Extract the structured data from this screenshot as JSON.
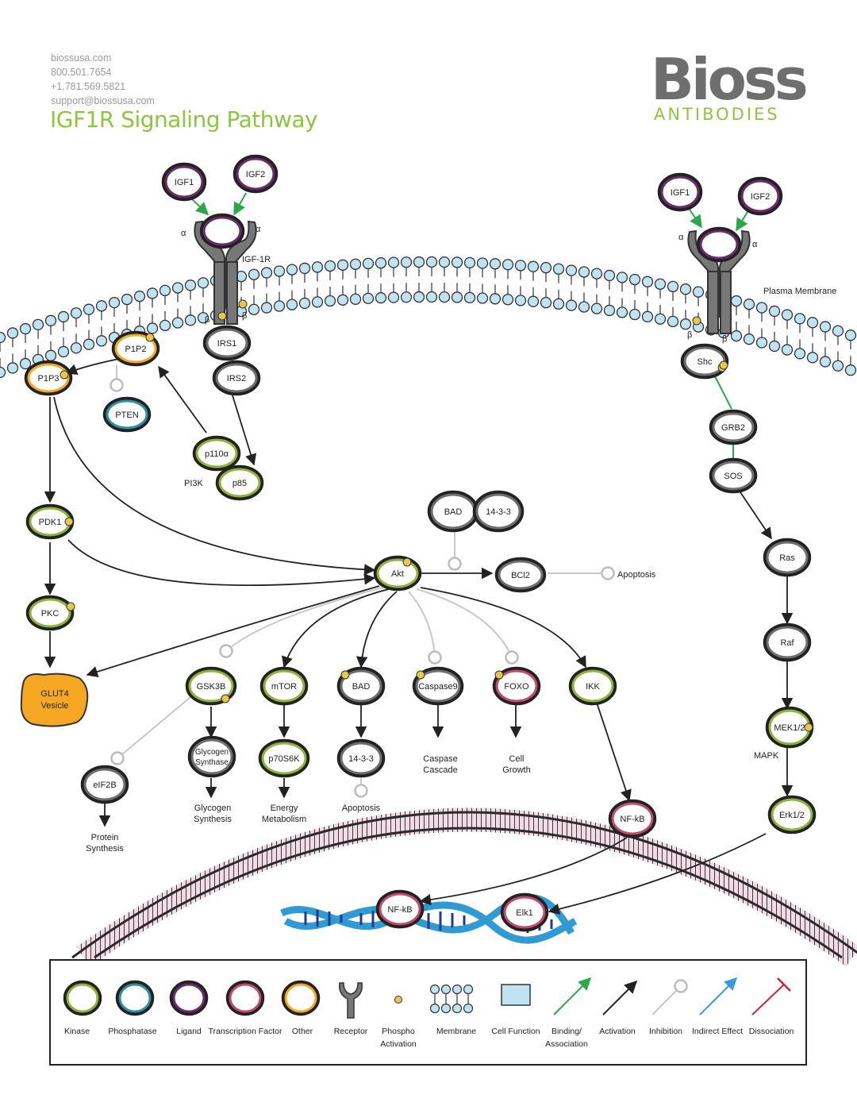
{
  "header": {
    "website": "biossusa.com",
    "phone": "800.501.7654",
    "fax": "+1.781.569.5821",
    "email": "support@biossusa.com",
    "title": "IGF1R Signaling Pathway",
    "logo_main": "Bioss",
    "logo_sub": "ANTIBODIES"
  },
  "colors": {
    "kinase": "#8db33a",
    "phosphatase": "#2e8f9e",
    "ligand": "#6b2a6b",
    "transcription_factor": "#c24a6a",
    "other": "#6e6e6e",
    "membrane_head": "#bfe3f2",
    "activation": "#222222",
    "binding": "#2aa84a",
    "inhibition": "#c8c8c8",
    "indirect": "#3a9ad9",
    "dissociation": "#c0283a",
    "glut4": "#f7a823"
  },
  "nodes": {
    "igf1_left": "IGF1",
    "igf2_left": "IGF2",
    "igf1_right": "IGF1",
    "igf2_right": "IGF2",
    "alpha": "α",
    "beta": "β",
    "igf1r": "IGF-1R",
    "plasma_membrane": "Plasma Membrane",
    "irs1": "IRS1",
    "irs2": "IRS2",
    "pip2": "P1P2",
    "pip3": "P1P3",
    "pten": "PTEN",
    "p110a": "p110α",
    "p85": "p85",
    "pi3k": "PI3K",
    "pdk1": "PDK1",
    "pkc": "PKC",
    "glut4_line1": "GLUT4",
    "glut4_line2": "Vesicle",
    "akt": "Akt",
    "bad_top": "BAD",
    "p1433_top": "14-3-3",
    "bcl2": "BCl2",
    "apoptosis_bcl2": "Apoptosis",
    "gsk3b": "GSK3B",
    "mtor": "mTOR",
    "bad": "BAD",
    "caspase9": "Caspase9",
    "foxo": "FOXO",
    "ikk": "IKK",
    "eif2b": "eIF2B",
    "glycogen_synthase_1": "Glycogen",
    "glycogen_synthase_2": "Synthase",
    "p70s6k": "p70S6K",
    "p1433": "14-3-3",
    "protein_synthesis_1": "Protein",
    "protein_synthesis_2": "Synthesis",
    "glycogen_synthesis_1": "Glycogen",
    "glycogen_synthesis_2": "Synthesis",
    "energy_1": "Energy",
    "energy_2": "Metabolism",
    "apoptosis_1433": "Apoptosis",
    "caspase_cascade_1": "Caspase",
    "caspase_cascade_2": "Cascade",
    "cell_growth_1": "Cell",
    "cell_growth_2": "Growth",
    "nfkb": "NF-kB",
    "nfkb_nuc": "NF-kB",
    "elk1": "Elk1",
    "shc": "Shc",
    "grb2": "GRB2",
    "sos": "SOS",
    "ras": "Ras",
    "raf": "Raf",
    "mek": "MEK1/2",
    "mapk": "MAPK",
    "erk": "Erk1/2"
  },
  "legend": {
    "kinase": "Kinase",
    "phosphatase": "Phosphatase",
    "ligand": "Ligand",
    "transcription_factor": "Transcription Factor",
    "other": "Other",
    "receptor": "Receptor",
    "phospho_1": "Phospho",
    "phospho_2": "Activation",
    "membrane": "Membrane",
    "cell_function": "Cell Function",
    "binding_1": "Binding/",
    "binding_2": "Association",
    "activation": "Activation",
    "inhibition": "Inhibition",
    "indirect": "Indirect Effect",
    "dissociation": "Dissociation"
  }
}
